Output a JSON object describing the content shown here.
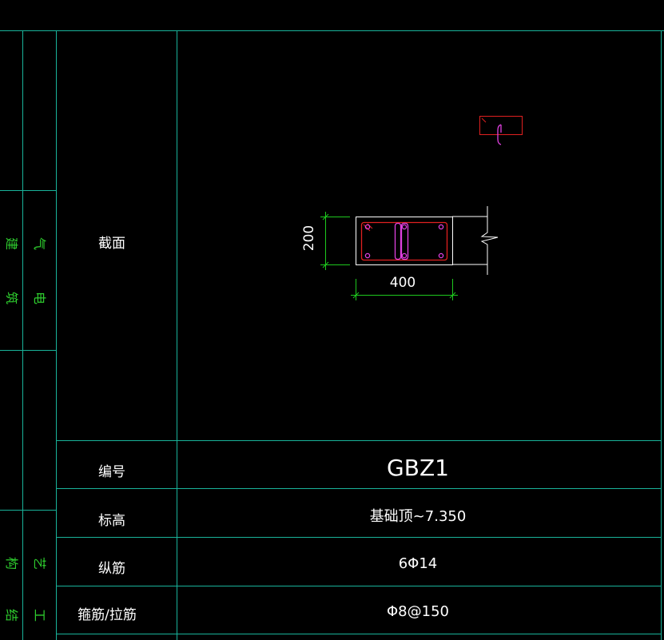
{
  "table": {
    "rows": [
      {
        "label": "截面",
        "value": ""
      },
      {
        "label": "编号",
        "value": "GBZ1"
      },
      {
        "label": "标高",
        "value": "基础顶~7.350"
      },
      {
        "label": "纵筋",
        "value": "6Φ14"
      },
      {
        "label": "箍筋/拉筋",
        "value": "Φ8@150"
      }
    ]
  },
  "section": {
    "dim_height": "200",
    "dim_width": "400"
  },
  "side_strip": {
    "chars": [
      "建",
      "筑",
      "电",
      "气",
      "结",
      "构",
      "工",
      "艺"
    ]
  },
  "colors": {
    "background": "#000000",
    "grid_line": "#19b39a",
    "text": "#ffffff",
    "dimension": "#1ec81e",
    "rebar_stirrup": "#e02020",
    "rebar_tie": "#e040e0",
    "side_text": "#2ecc2e"
  }
}
